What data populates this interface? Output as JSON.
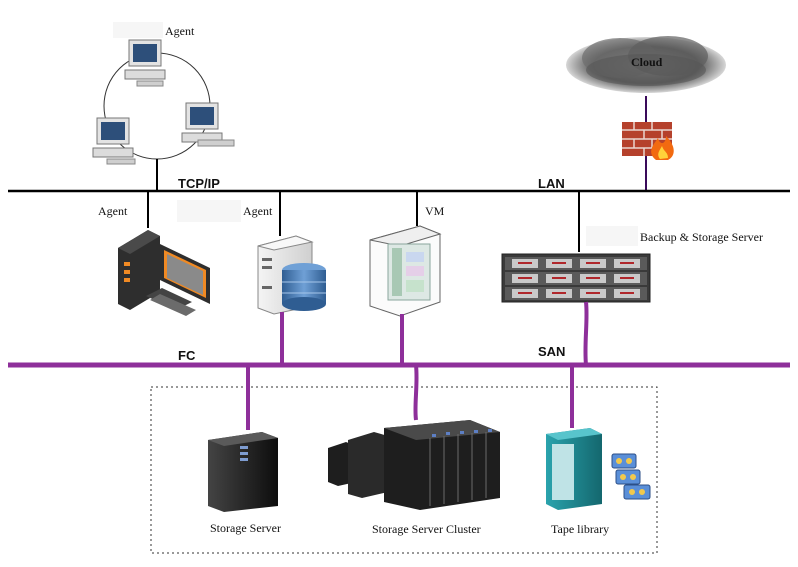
{
  "labels": {
    "agent_top": "Agent",
    "cloud": "Cloud",
    "tcpip": "TCP/IP",
    "lan": "LAN",
    "agent_desktop": "Agent",
    "agent_db": "Agent",
    "vm": "VM",
    "backup": "Backup & Storage Server",
    "fc": "FC",
    "san": "SAN",
    "storage_server": "Storage Server",
    "cluster": "Storage Server Cluster",
    "tape": "Tape library"
  },
  "colors": {
    "lan_line": "#000000",
    "san_line": "#8e2f9a",
    "cloud_link": "#3a0a5a",
    "firewall_brick": "#b5412c",
    "fire": "#f26a10",
    "monitor_accent": "#f08a24",
    "db_blue": "#3a6fa8",
    "tape_teal": "#1f8c96",
    "cluster_body": "#1e1e1e"
  }
}
